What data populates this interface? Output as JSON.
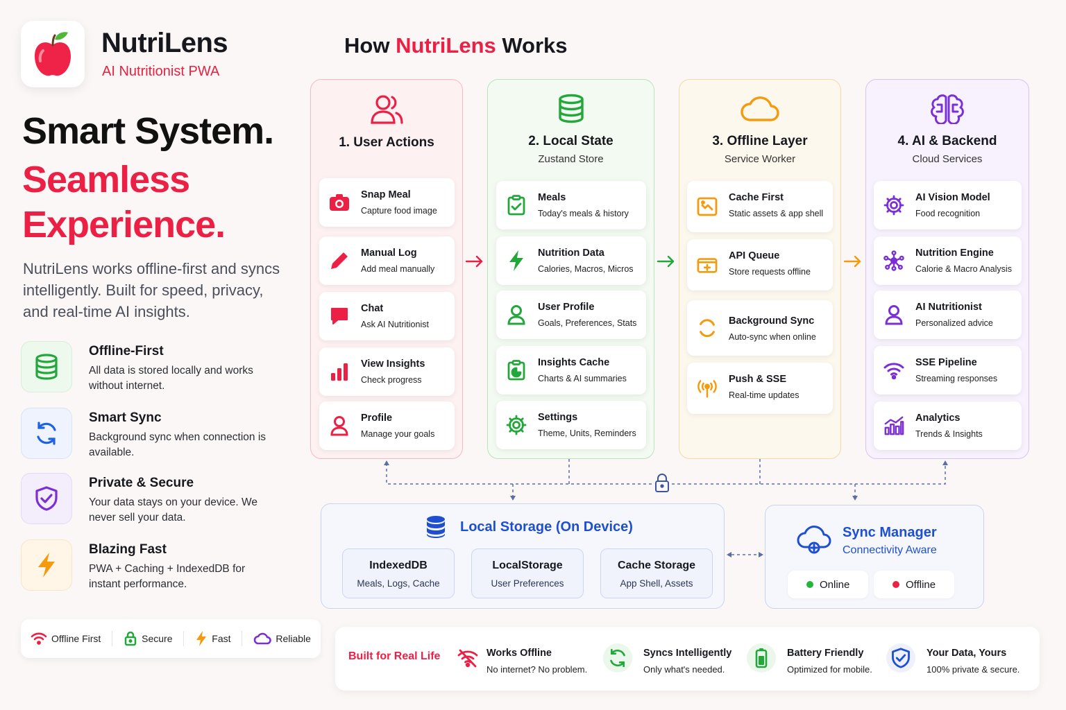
{
  "brand": {
    "name": "NutriLens",
    "tagline": "AI Nutritionist PWA"
  },
  "hero": {
    "line1": "Smart System.",
    "line2": "Seamless",
    "line3": "Experience.",
    "description": "NutriLens works offline-first and syncs intelligently. Built  for speed, privacy, and real-time AI insights."
  },
  "features": [
    {
      "title": "Offline-First",
      "desc": "All data is stored locally and works without internet.",
      "icon": "database-icon",
      "color": "#22a83a"
    },
    {
      "title": "Smart Sync",
      "desc": "Background sync when connection is available.",
      "icon": "sync-icon",
      "color": "#1d62e0"
    },
    {
      "title": "Private & Secure",
      "desc": "Your data stays on your device. We never sell your data.",
      "icon": "shield-check-icon",
      "color": "#7b2fd6"
    },
    {
      "title": "Blazing Fast",
      "desc": "PWA + Caching + IndexedDB for instant performance.",
      "icon": "bolt-icon",
      "color": "#f59a0c"
    }
  ],
  "badges": [
    {
      "label": "Offline First",
      "icon": "wifi-icon",
      "color": "#ec1f44"
    },
    {
      "label": "Secure",
      "icon": "lock-icon",
      "color": "#22a83a"
    },
    {
      "label": "Fast",
      "icon": "bolt-icon",
      "color": "#f59a0c"
    },
    {
      "label": "Reliable",
      "icon": "cloud-icon",
      "color": "#7b2fd6"
    }
  ],
  "diagram": {
    "title_pre": "How ",
    "title_brand": "NutriLens",
    "title_post": " Works",
    "columns": [
      {
        "title": "1. User Actions",
        "subtitle": "",
        "color": "#ec1f44",
        "icon": "users-icon",
        "cards": [
          {
            "title": "Snap Meal",
            "subtitle": "Capture food image",
            "icon": "camera-icon"
          },
          {
            "title": "Manual Log",
            "subtitle": "Add meal manually",
            "icon": "pencil-icon"
          },
          {
            "title": "Chat",
            "subtitle": "Ask AI Nutritionist",
            "icon": "chat-icon"
          },
          {
            "title": "View Insights",
            "subtitle": "Check progress",
            "icon": "bar-chart-icon"
          },
          {
            "title": "Profile",
            "subtitle": "Manage your goals",
            "icon": "user-icon"
          }
        ]
      },
      {
        "title": "2. Local State",
        "subtitle": "Zustand Store",
        "color": "#22a83a",
        "icon": "database-icon",
        "cards": [
          {
            "title": "Meals",
            "subtitle": "Today's meals & history",
            "icon": "clipboard-icon"
          },
          {
            "title": "Nutrition Data",
            "subtitle": "Calories, Macros, Micros",
            "icon": "bolt-icon"
          },
          {
            "title": "User Profile",
            "subtitle": "Goals, Preferences, Stats",
            "icon": "user-icon"
          },
          {
            "title": "Insights Cache",
            "subtitle": "Charts & AI summaries",
            "icon": "clipboard-chart-icon"
          },
          {
            "title": "Settings",
            "subtitle": "Theme, Units, Reminders",
            "icon": "gear-icon"
          }
        ]
      },
      {
        "title": "3. Offline Layer",
        "subtitle": "Service Worker",
        "color": "#f59a0c",
        "icon": "cloud-icon",
        "cards": [
          {
            "title": "Cache First",
            "subtitle": "Static assets & app shell",
            "icon": "image-frame-icon"
          },
          {
            "title": "API Queue",
            "subtitle": "Store requests offline",
            "icon": "queue-icon"
          },
          {
            "title": "Background Sync",
            "subtitle": "Auto-sync when online",
            "icon": "refresh-icon"
          },
          {
            "title": "Push & SSE",
            "subtitle": "Real-time updates",
            "icon": "broadcast-icon"
          }
        ]
      },
      {
        "title": "4. AI & Backend",
        "subtitle": "Cloud Services",
        "color": "#7b2fd6",
        "icon": "brain-icon",
        "cards": [
          {
            "title": "AI Vision Model",
            "subtitle": "Food recognition",
            "icon": "gear-icon"
          },
          {
            "title": "Nutrition Engine",
            "subtitle": "Calorie & Macro Analysis",
            "icon": "network-icon"
          },
          {
            "title": "AI Nutritionist",
            "subtitle": "Personalized advice",
            "icon": "user-icon"
          },
          {
            "title": "SSE Pipeline",
            "subtitle": "Streaming responses",
            "icon": "wifi-icon"
          },
          {
            "title": "Analytics",
            "subtitle": "Trends & Insights",
            "icon": "analytics-icon"
          }
        ]
      }
    ]
  },
  "local_storage": {
    "title": "Local Storage (On Device)",
    "stores": [
      {
        "title": "IndexedDB",
        "subtitle": "Meals, Logs, Cache"
      },
      {
        "title": "LocalStorage",
        "subtitle": "User Preferences"
      },
      {
        "title": "Cache Storage",
        "subtitle": "App Shell, Assets"
      }
    ]
  },
  "sync_manager": {
    "title": "Sync Manager",
    "subtitle": "Connectivity Aware",
    "online_label": "Online",
    "offline_label": "Offline",
    "online_color": "#22b53a",
    "offline_color": "#ec1f44"
  },
  "bottom": {
    "label": "Built for Real Life",
    "items": [
      {
        "title": "Works Offline",
        "desc": "No internet? No problem.",
        "icon": "wifi-off-icon"
      },
      {
        "title": "Syncs Intelligently",
        "desc": "Only what's needed.",
        "icon": "sync-icon"
      },
      {
        "title": "Battery Friendly",
        "desc": "Optimized for mobile.",
        "icon": "battery-icon"
      },
      {
        "title": "Your Data, Yours",
        "desc": "100% private & secure.",
        "icon": "shield-check-icon"
      }
    ]
  },
  "colors": {
    "brand_red": "#ec1f44",
    "green": "#22a83a",
    "orange": "#f59a0c",
    "purple": "#7b2fd6",
    "blue": "#1d4fd0"
  }
}
